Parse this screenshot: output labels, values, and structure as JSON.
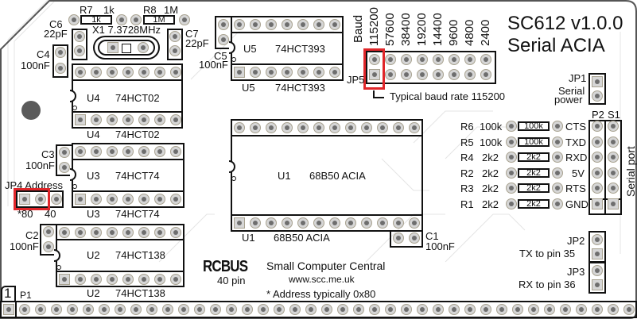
{
  "board": {
    "title": "SC612  v1.0.0",
    "subtitle": "Serial ACIA",
    "brand_logo": "RCBUS",
    "bus_pins": "40 pin",
    "maker": "Small Computer Central",
    "website": "www.scc.me.uk",
    "address_note": "* Address typically 0x80",
    "highlight_color": "#e0262a"
  },
  "components": {
    "R7": {
      "ref": "R7",
      "value": "1k",
      "body": "1k"
    },
    "R8": {
      "ref": "R8",
      "value": "1M",
      "body": "1M"
    },
    "X1": {
      "label": "X1  7.3728MHz"
    },
    "C6": {
      "ref": "C6",
      "value": "22pF"
    },
    "C7": {
      "ref": "C7",
      "value": "22pF"
    },
    "C4": {
      "ref": "C4",
      "value": "100nF"
    },
    "C5": {
      "ref": "C5",
      "value": "100nF"
    },
    "C3": {
      "ref": "C3",
      "value": "100nF"
    },
    "C2": {
      "ref": "C2",
      "value": "100nF"
    },
    "C1": {
      "ref": "C1",
      "value": "100nF"
    },
    "U4": {
      "ref": "U4",
      "part": "74HCT02"
    },
    "U5": {
      "ref": "U5",
      "part": "74HCT393"
    },
    "U3": {
      "ref": "U3",
      "part": "74HCT74"
    },
    "U2": {
      "ref": "U2",
      "part": "74HCT138"
    },
    "U1": {
      "ref": "U1",
      "part": "68B50  ACIA"
    }
  },
  "jp5": {
    "ref": "JP5",
    "heading": "Baud",
    "rates": [
      "115200",
      "57600",
      "38400",
      "19200",
      "14400",
      "9600",
      "4800",
      "2400"
    ],
    "selected": "115200",
    "note": "Typical baud rate 115200"
  },
  "jp4": {
    "label": "JP4 Address",
    "options": [
      "*80",
      "40"
    ],
    "selected": "*80"
  },
  "jp1": {
    "ref": "JP1",
    "label_line1": "Serial",
    "label_line2": "power"
  },
  "jp2": {
    "ref": "JP2",
    "label": "TX to pin 35"
  },
  "jp3": {
    "ref": "JP3",
    "label": "RX to pin 36"
  },
  "serial_port": {
    "header_p2": "P2",
    "header_s1": "S1",
    "side_label": "Serial port",
    "rows": [
      {
        "ref": "R6",
        "value": "100k",
        "body": "100k",
        "signal": "CTS"
      },
      {
        "ref": "R5",
        "value": "100k",
        "body": "100k",
        "signal": "TXD"
      },
      {
        "ref": "R4",
        "value": "2k2",
        "body": "2k2",
        "signal": "RXD"
      },
      {
        "ref": "R2",
        "value": "2k2",
        "body": "2k2",
        "signal": "5V"
      },
      {
        "ref": "R3",
        "value": "2k2",
        "body": "2k2",
        "signal": "RTS"
      },
      {
        "ref": "R1",
        "value": "2k2",
        "body": "2k2",
        "signal": "GND"
      }
    ]
  },
  "p1": {
    "ref": "P1",
    "pin1_marker": "1"
  }
}
